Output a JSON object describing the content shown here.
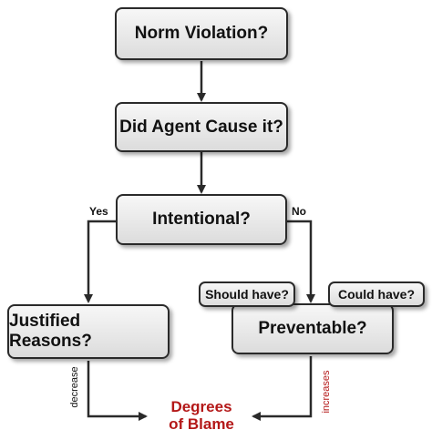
{
  "nodes": {
    "norm_violation": "Norm Violation?",
    "agent_cause": "Did Agent Cause it?",
    "intentional": "Intentional?",
    "justified": "Justified Reasons?",
    "preventable": "Preventable?",
    "should_have": "Should have?",
    "could_have": "Could have?"
  },
  "edges": {
    "yes": "Yes",
    "no": "No",
    "decrease": "decrease",
    "increases": "increases"
  },
  "outcome": {
    "line1": "Degrees",
    "line2": "of Blame"
  },
  "colors": {
    "box_stroke": "#2a2a2a",
    "arrow": "#2a2a2a",
    "outcome": "#b41818"
  }
}
